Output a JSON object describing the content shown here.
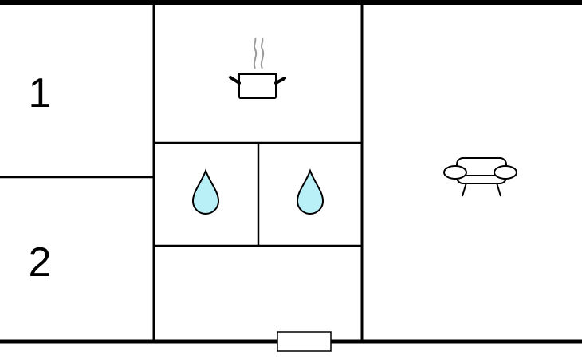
{
  "floorplan": {
    "rooms": [
      {
        "id": "bedroom-1",
        "label": "1"
      },
      {
        "id": "bedroom-2",
        "label": "2"
      },
      {
        "id": "kitchen",
        "icon": "cooking-pot-icon"
      },
      {
        "id": "bathroom-1",
        "icon": "water-drop-icon"
      },
      {
        "id": "bathroom-2",
        "icon": "water-drop-icon"
      },
      {
        "id": "hallway"
      },
      {
        "id": "living-room",
        "icon": "sofa-icon"
      }
    ],
    "entrance": {
      "icon": "door-mat-icon"
    },
    "colors": {
      "wall": "#000000",
      "water": "#b9f0f8",
      "steam": "#9a9a9a",
      "background": "#ffffff"
    }
  }
}
